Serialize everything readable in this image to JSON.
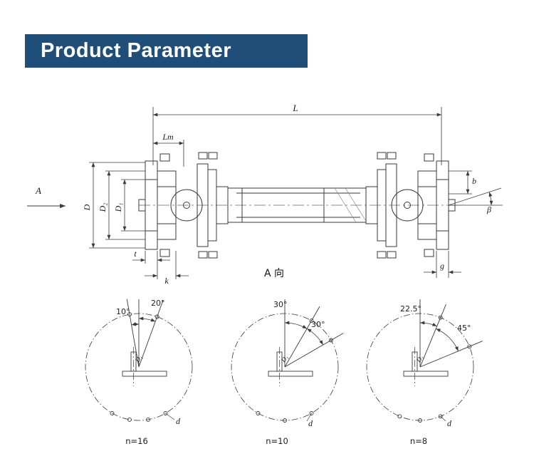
{
  "header": {
    "title": "Product Parameter"
  },
  "colors": {
    "banner_bg": "#1f4e79",
    "banner_text": "#ffffff",
    "line": "#3a3a3a"
  },
  "drawing": {
    "labels": {
      "overall_length": "L",
      "lm": "Lm",
      "view_arrow": "A",
      "diameter_outer": "D",
      "diameter_mid": "D₂",
      "diameter_inner": "D₁",
      "flange_thickness_t": "t",
      "k_dim": "k",
      "b_dim": "b",
      "beta": "β",
      "g_dim": "g",
      "section_view_title": "A  向"
    },
    "bolt_views": [
      {
        "angle_a": "10°",
        "angle_b": "20°",
        "bolt_circle": "D₁",
        "hole_dia": "d",
        "bolt_count": "n=16"
      },
      {
        "angle_a": "30°",
        "angle_b": "30°",
        "bolt_circle": "D₁",
        "hole_dia": "d",
        "bolt_count": "n=10"
      },
      {
        "angle_a": "22.5°",
        "angle_b": "45°",
        "bolt_circle": "D₁",
        "hole_dia": "d",
        "bolt_count": "n=8"
      }
    ]
  }
}
